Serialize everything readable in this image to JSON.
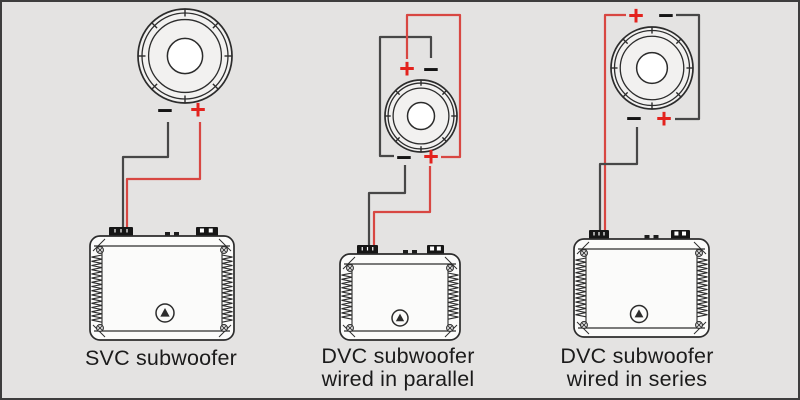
{
  "page": {
    "background": "#e4e3e2",
    "border_color": "#3d3d3d",
    "figure_type": "subwoofer wiring diagram"
  },
  "colors": {
    "positive_sign": "#e3221d",
    "negative_sign": "#151515",
    "wire_red": "#d84742",
    "wire_black": "#474747",
    "outline": "#2c2c2c",
    "speaker_fill": "#f2f1f0",
    "amp_face": "#fbfbfa",
    "label_color": "#1b1b1b"
  },
  "panels": [
    {
      "id": "svc",
      "caption_lines": [
        "SVC subwoofer"
      ],
      "terminals": [
        {
          "sign": "−",
          "polarity": "negative",
          "location": "speaker-bottom-left"
        },
        {
          "sign": "+",
          "polarity": "positive",
          "location": "speaker-bottom-right"
        }
      ]
    },
    {
      "id": "dvc-parallel",
      "caption_lines": [
        "DVC subwoofer",
        "wired in parallel"
      ],
      "terminals": [
        {
          "sign": "+",
          "polarity": "positive",
          "location": "speaker-top-left"
        },
        {
          "sign": "−",
          "polarity": "negative",
          "location": "speaker-top-right"
        },
        {
          "sign": "−",
          "polarity": "negative",
          "location": "speaker-bottom-left"
        },
        {
          "sign": "+",
          "polarity": "positive",
          "location": "speaker-bottom-right"
        }
      ]
    },
    {
      "id": "dvc-series",
      "caption_lines": [
        "DVC subwoofer",
        "wired in series"
      ],
      "terminals": [
        {
          "sign": "+",
          "polarity": "positive",
          "location": "speaker-top-left"
        },
        {
          "sign": "−",
          "polarity": "negative",
          "location": "speaker-top-right"
        },
        {
          "sign": "−",
          "polarity": "negative",
          "location": "speaker-bottom-left"
        },
        {
          "sign": "+",
          "polarity": "positive",
          "location": "speaker-bottom-right"
        }
      ]
    }
  ]
}
